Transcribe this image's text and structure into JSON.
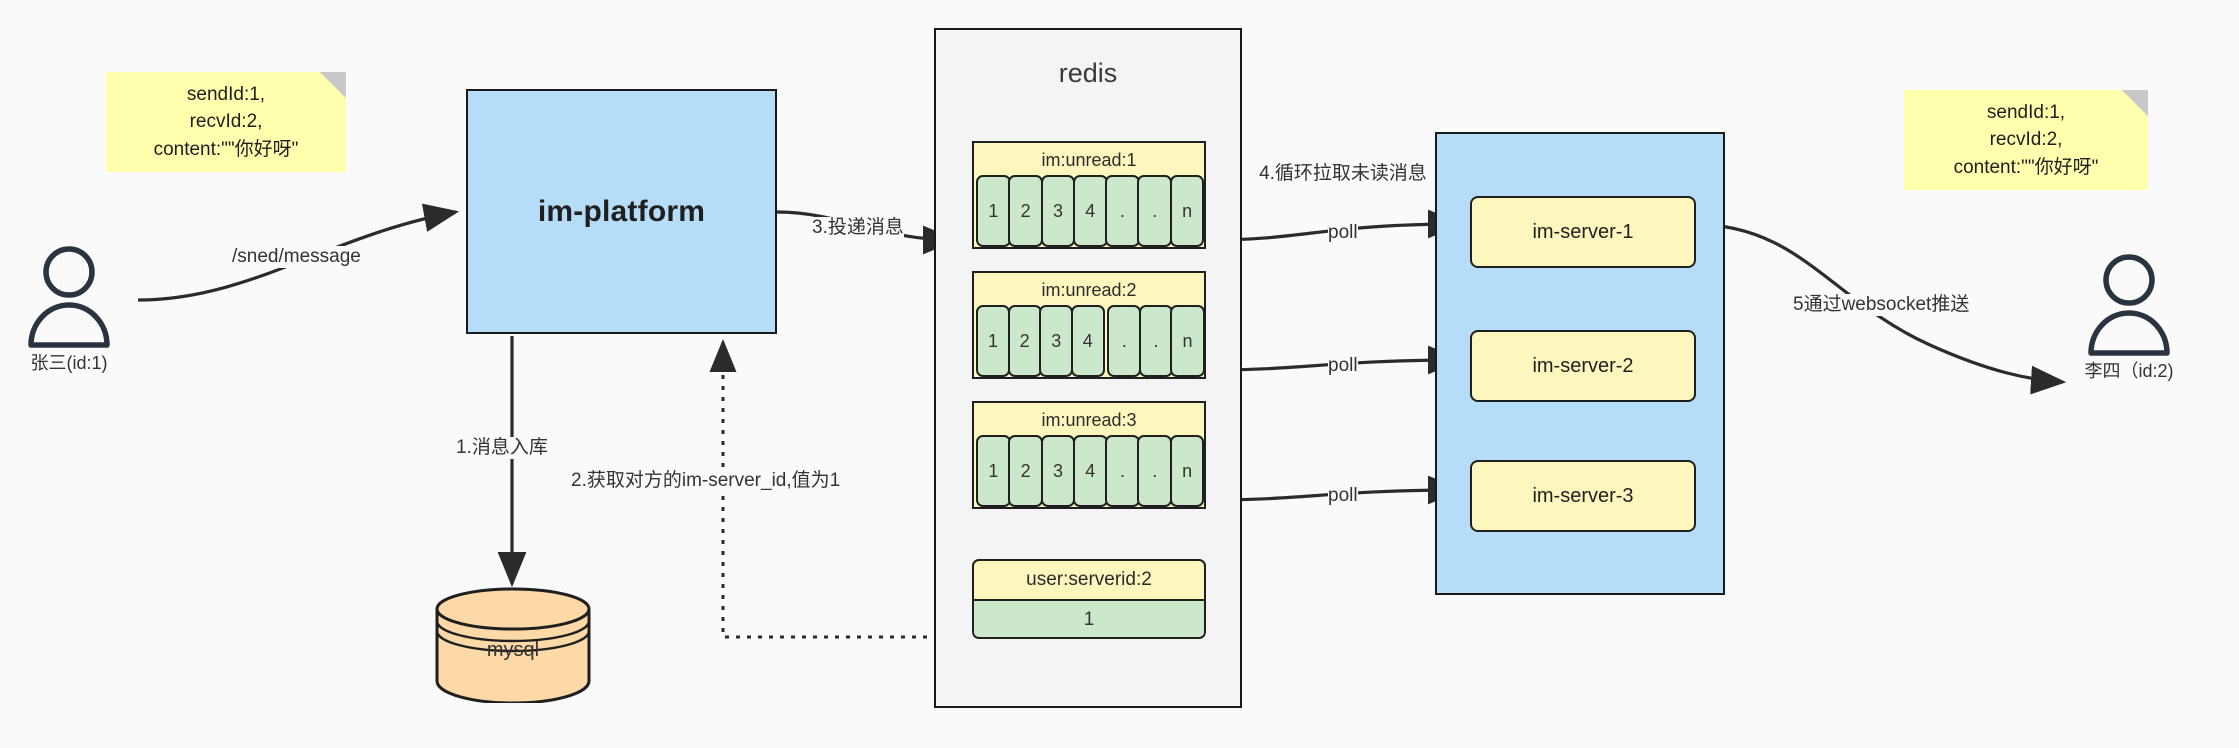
{
  "diagram": {
    "title": "IM message delivery architecture"
  },
  "notes": {
    "left": {
      "text": "sendId:1,\nrecvId:2,\ncontent:\"\"你好呀\""
    },
    "right": {
      "text": "sendId:1,\nrecvId:2,\ncontent:\"\"你好呀\""
    }
  },
  "actors": {
    "sender": {
      "label": "张三(id:1)",
      "icon": "user-icon"
    },
    "receiver": {
      "label": "李四（id:2)",
      "icon": "user-icon"
    }
  },
  "nodes": {
    "platform": {
      "label": "im-platform"
    },
    "mysql": {
      "label": "mysql"
    },
    "redis": {
      "label": "redis"
    },
    "server_group": {
      "servers": [
        {
          "label": "im-server-1"
        },
        {
          "label": "im-server-2"
        },
        {
          "label": "im-server-3"
        }
      ]
    }
  },
  "redis_keys": [
    {
      "name": "im:unread:1",
      "cells": [
        "1",
        "2",
        "3",
        "4",
        ".",
        ".",
        "n"
      ],
      "gap_after": -1
    },
    {
      "name": "im:unread:2",
      "cells": [
        "1",
        "2",
        "3",
        "4",
        ".",
        ".",
        "n"
      ],
      "gap_after": 3
    },
    {
      "name": "im:unread:3",
      "cells": [
        "1",
        "2",
        "3",
        "4",
        ".",
        ".",
        "n"
      ],
      "gap_after": -1
    },
    {
      "name": "user:serverid:2",
      "value": "1"
    }
  ],
  "edges": {
    "send_message": "/sned/message",
    "step1": "1.消息入库",
    "step2": "2.获取对方的im-server_id,值为1",
    "step3": "3.投递消息",
    "step4": "4.循环拉取未读消息",
    "step5": "5通过websocket推送",
    "poll_1": "poll",
    "poll_2": "poll",
    "poll_3": "poll"
  },
  "colors": {
    "note_yellow": "#ffffad",
    "box_blue": "#b6ddf8",
    "key_yellow": "#fdf6bd",
    "cell_green": "#cbe8cd",
    "db_orange": "#fcd9a6",
    "stroke": "#1f1f1f",
    "panel_gray": "#f4f4f4",
    "background": "#fafafa"
  }
}
